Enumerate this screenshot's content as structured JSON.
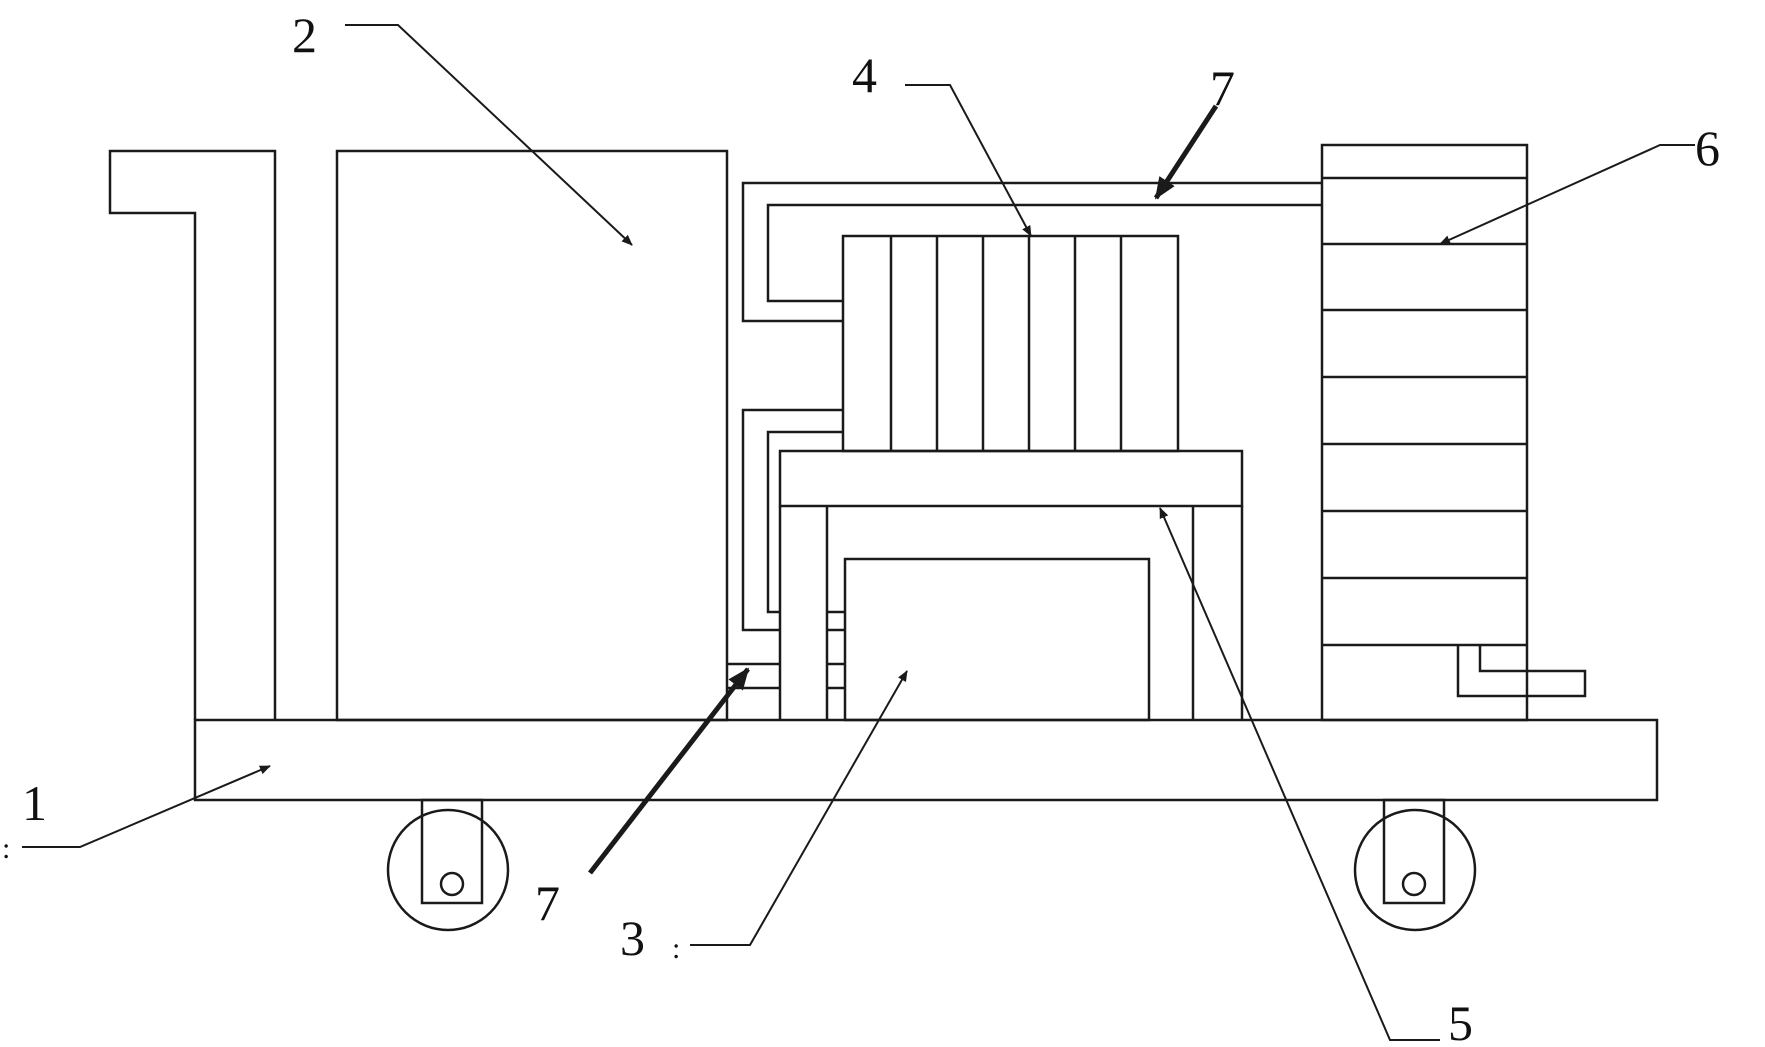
{
  "labels": {
    "base": "1",
    "box_left": "2",
    "lower_box": "3",
    "grille": "4",
    "table": "5",
    "cabinet": "6",
    "duct_top": "7",
    "duct_bottom": "7"
  },
  "label_marks": {
    "mark_1": ":",
    "mark_3": ":"
  },
  "colors": {
    "line": "#1a1a1a",
    "background": "#ffffff"
  }
}
